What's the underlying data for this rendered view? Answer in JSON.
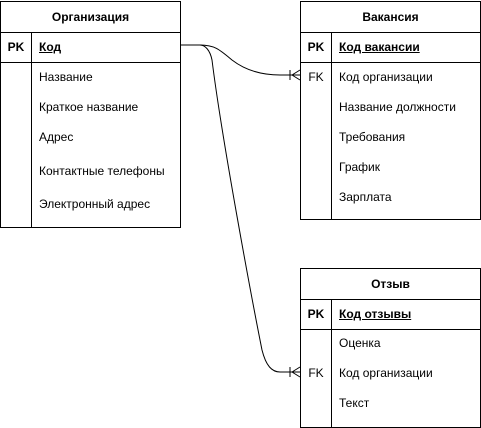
{
  "entities": {
    "organization": {
      "title": "Организация",
      "pk_tag": "PK",
      "pk_field": "Код",
      "fields": [
        "Название",
        "Краткое название",
        "Адрес",
        "Контактные телефоны",
        "Электронный адрес"
      ]
    },
    "vacancy": {
      "title": "Вакансия",
      "pk_tag": "PK",
      "pk_field": "Код вакансии",
      "fk_tag": "FK",
      "fields": [
        "Код организации",
        "Название должности",
        "Требования",
        "График",
        "Зарплата"
      ]
    },
    "review": {
      "title": "Отзыв",
      "pk_tag": "PK",
      "pk_field": "Код отзывы",
      "fk_tag": "FK",
      "fields": [
        "Оценка",
        "Код организации",
        "Текст"
      ]
    }
  },
  "relationships": [
    {
      "from": "organization.Код",
      "to": "vacancy.Код организации",
      "cardinality": "one-to-many"
    },
    {
      "from": "organization.Код",
      "to": "review.Код организации",
      "cardinality": "one-to-many"
    }
  ]
}
